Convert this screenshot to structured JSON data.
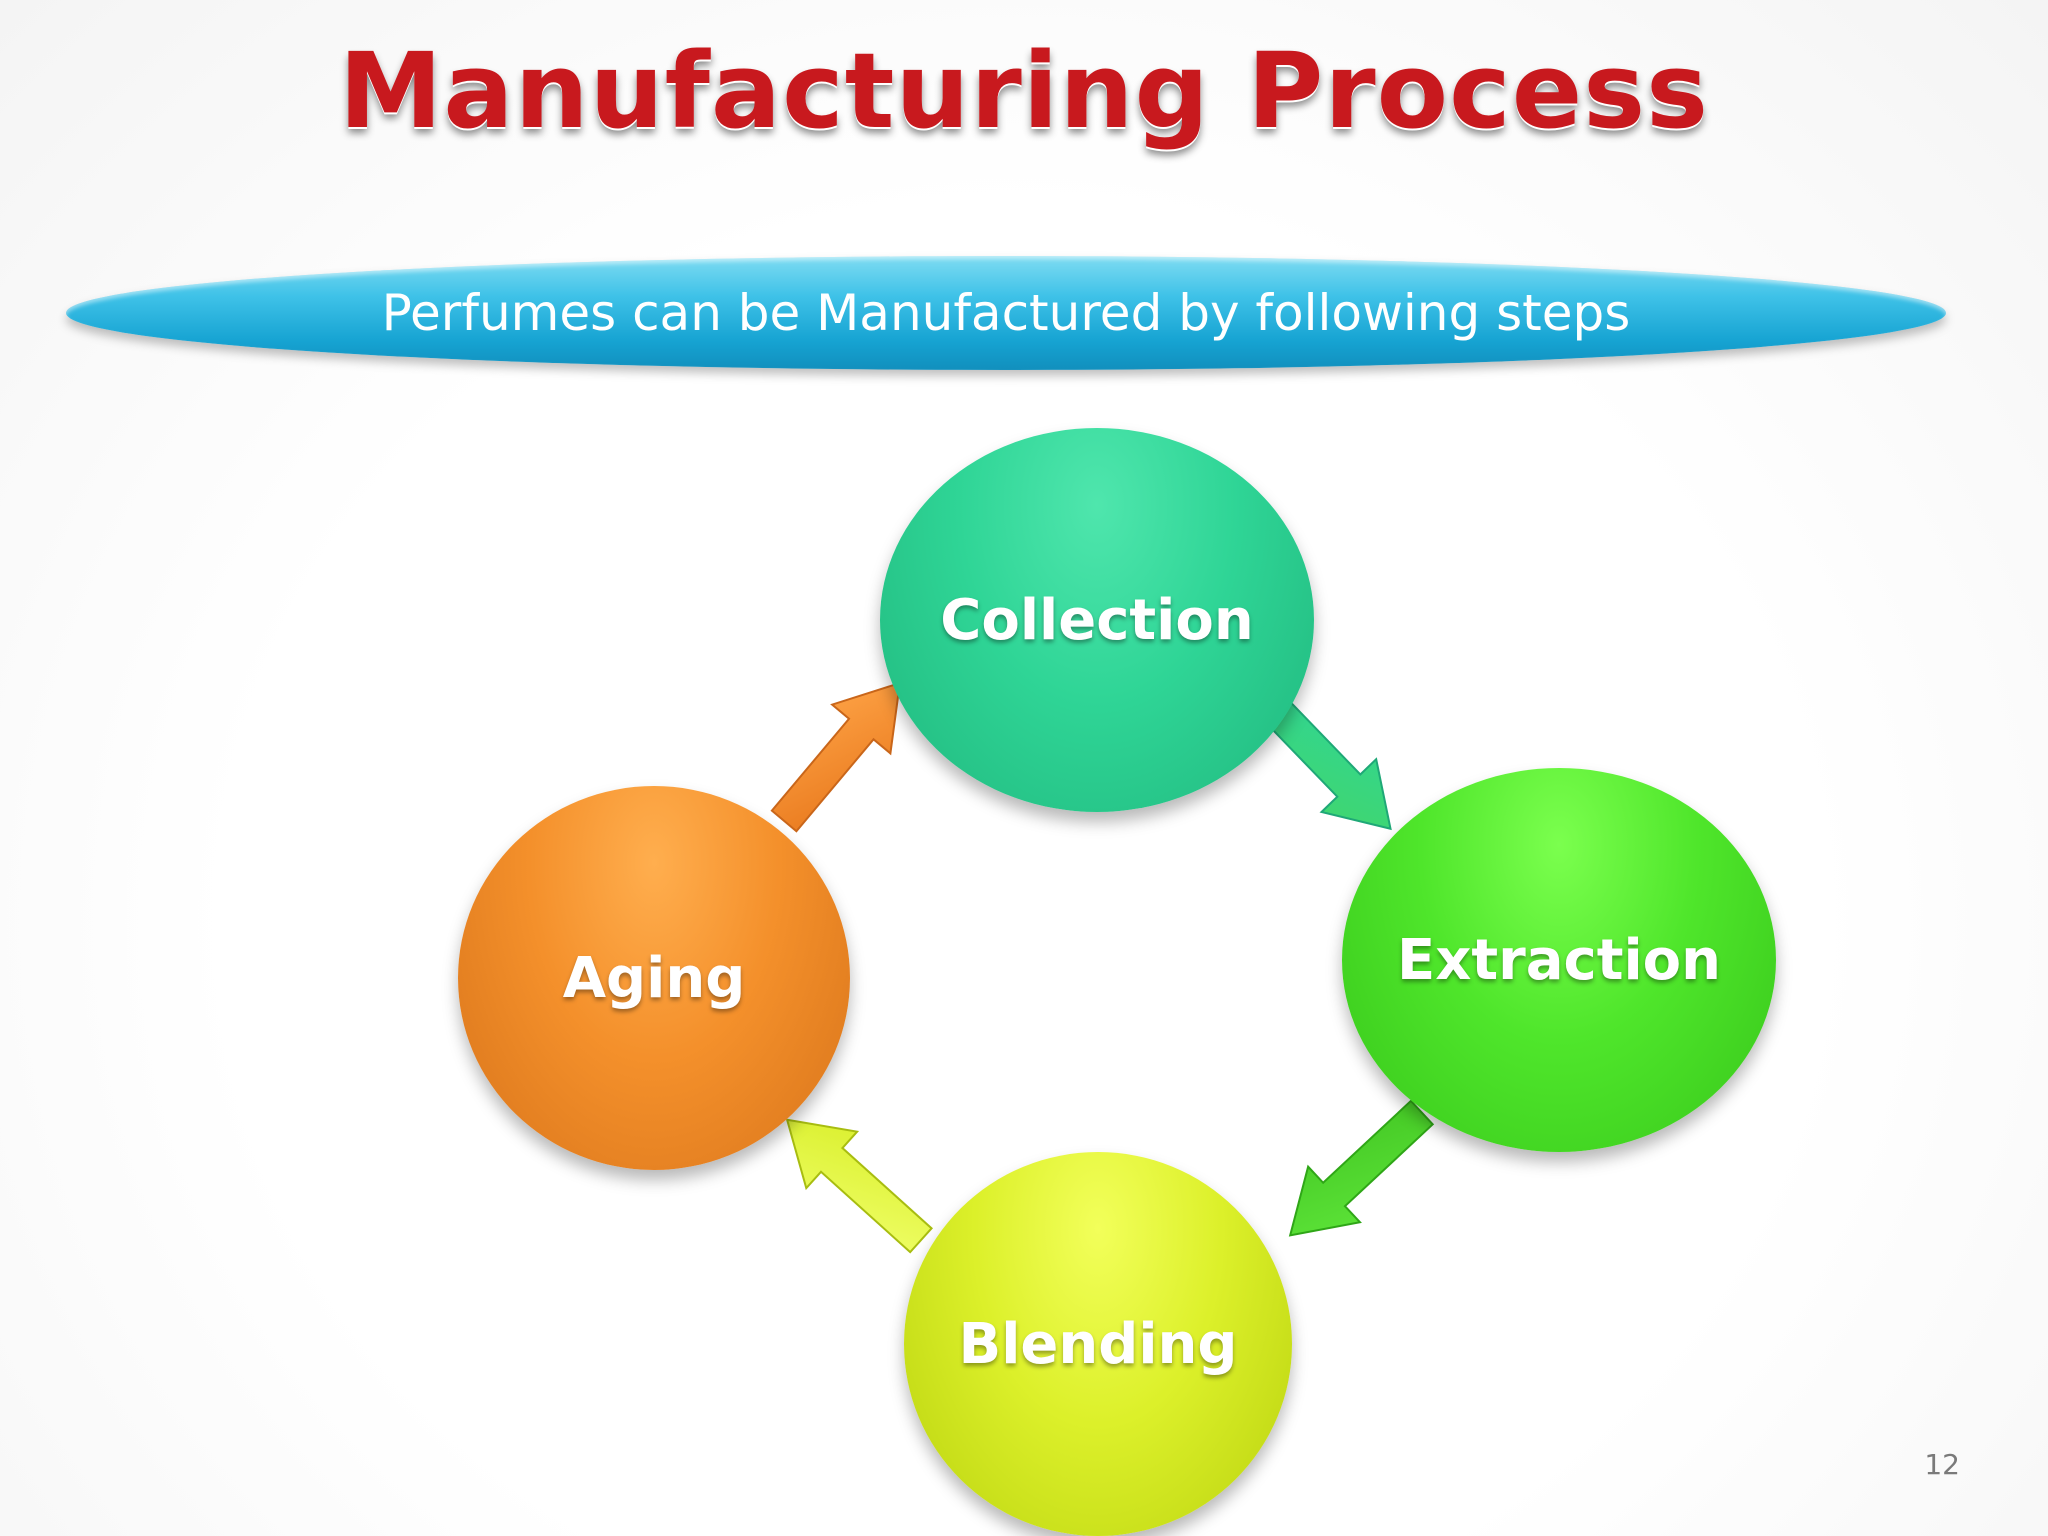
{
  "title": "Manufacturing Process",
  "banner": "Perfumes can be Manufactured by following steps",
  "steps": {
    "collection": "Collection",
    "extraction": "Extraction",
    "blending": "Blending",
    "aging": "Aging"
  },
  "colors": {
    "title": "#c8191e",
    "banner": "#16a3d2",
    "collection": "#2fd596",
    "extraction": "#4fe62b",
    "blending": "#dcf02a",
    "aging": "#f4902b"
  },
  "page_number": "12"
}
